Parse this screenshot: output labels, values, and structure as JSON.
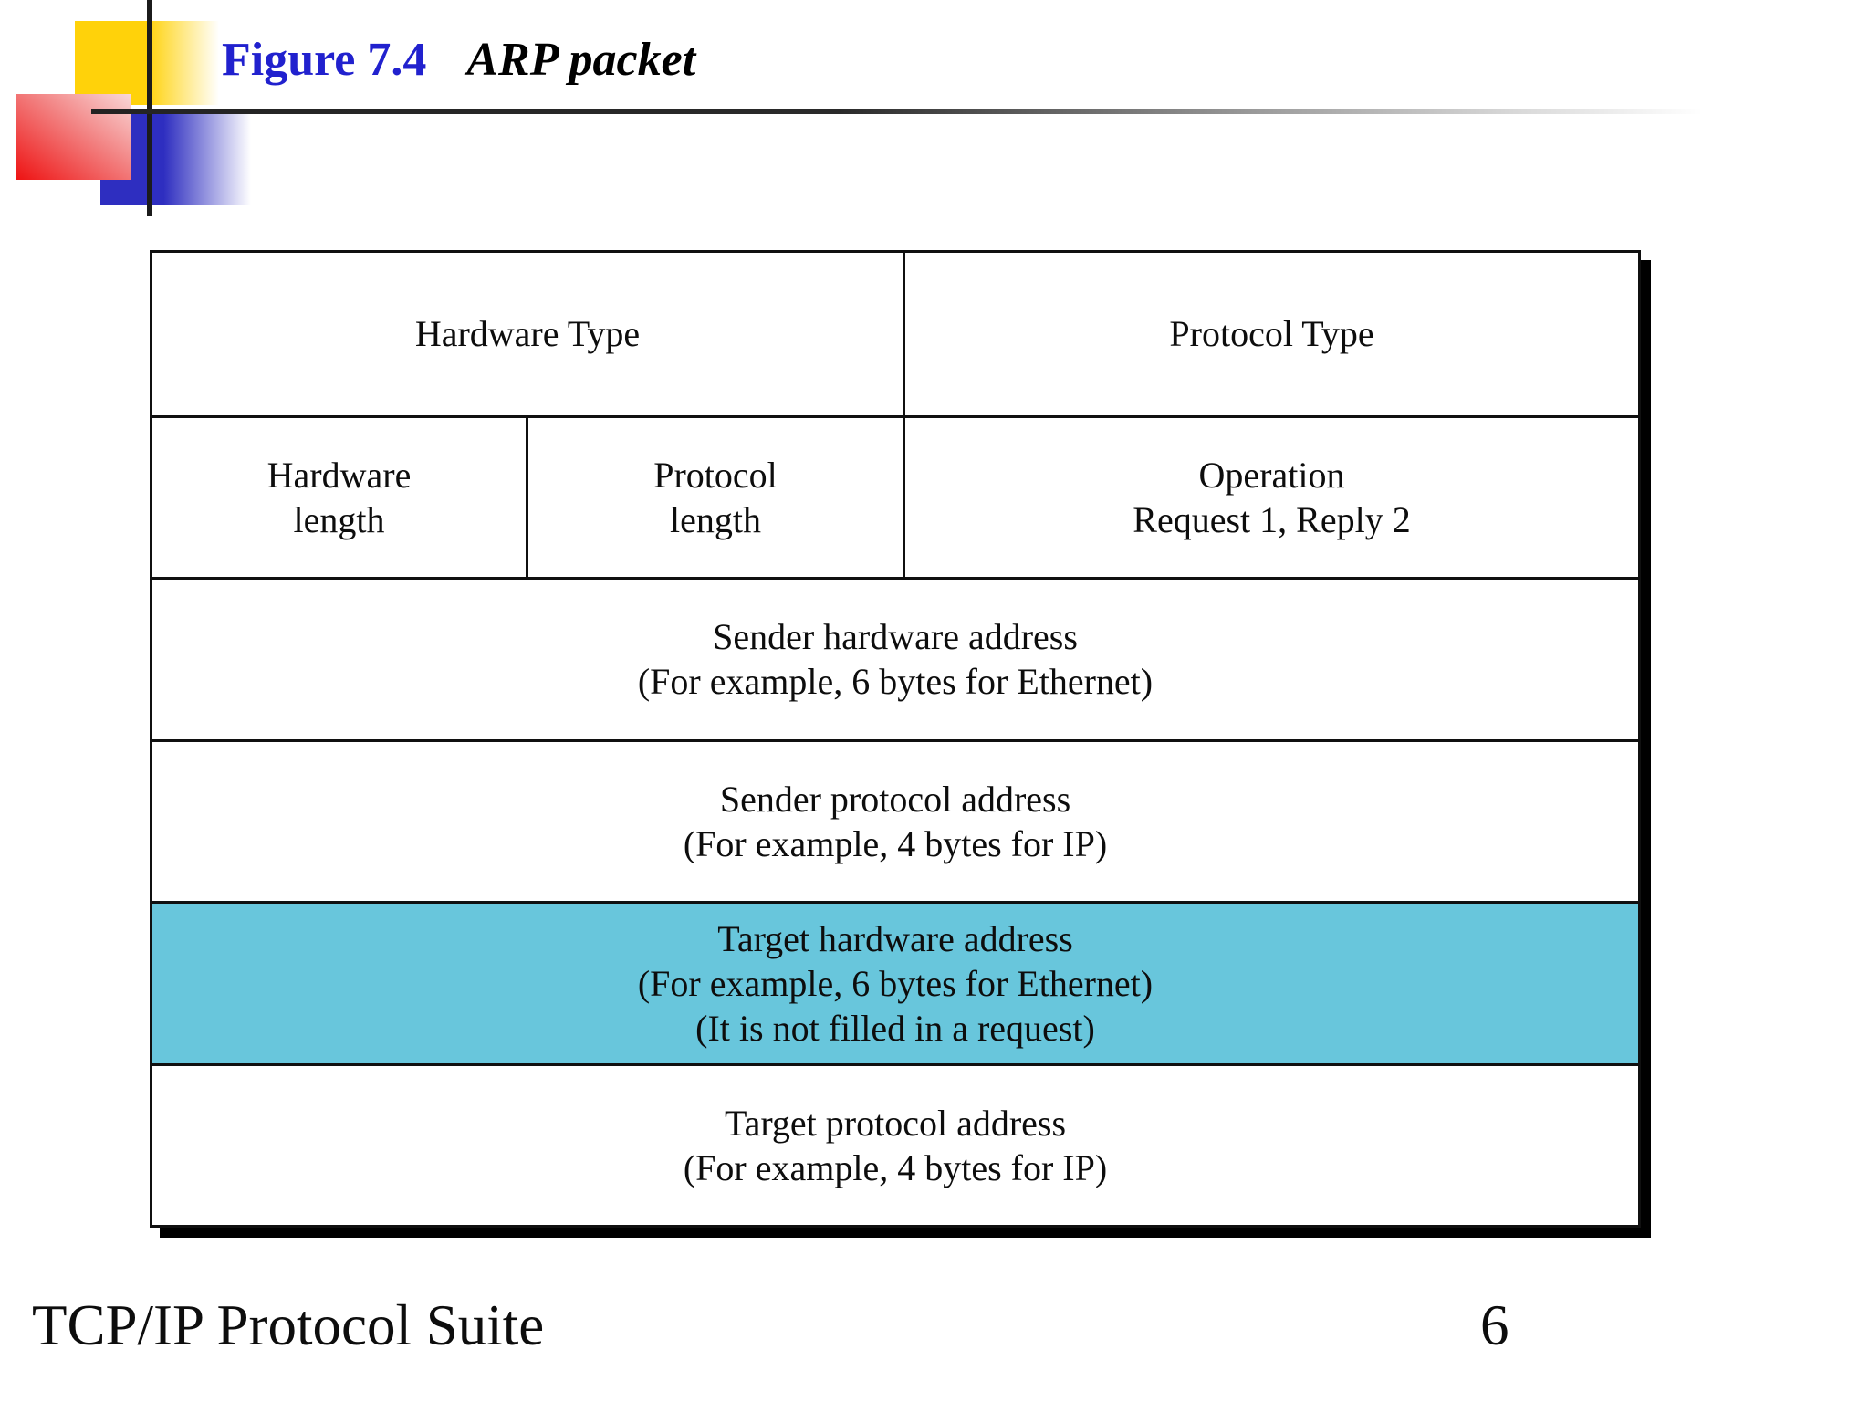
{
  "title": {
    "figure_label": "Figure 7.4",
    "figure_title": "ARP packet"
  },
  "packet_table": {
    "rows": [
      {
        "cells": [
          {
            "text": "Hardware Type"
          },
          {
            "text": "Protocol Type"
          }
        ]
      },
      {
        "cells": [
          {
            "text": "Hardware\nlength"
          },
          {
            "text": "Protocol\nlength"
          },
          {
            "text": "Operation\nRequest 1, Reply 2"
          }
        ]
      },
      {
        "cells": [
          {
            "text": "Sender hardware address\n(For example, 6 bytes for Ethernet)"
          }
        ]
      },
      {
        "cells": [
          {
            "text": "Sender protocol address\n(For example, 4 bytes for IP)"
          }
        ]
      },
      {
        "cells": [
          {
            "text": "Target hardware address\n(For example, 6 bytes for Ethernet)\n(It is not filled in a request)",
            "highlighted": true
          }
        ]
      },
      {
        "cells": [
          {
            "text": "Target protocol address\n(For example, 4 bytes for IP)"
          }
        ]
      }
    ]
  },
  "footer": {
    "book_title": "TCP/IP Protocol Suite",
    "page_number": "6"
  },
  "colors": {
    "highlight_fill": "#68C6DC",
    "figure_label_blue": "#2121CE",
    "shadow": "#000000"
  }
}
